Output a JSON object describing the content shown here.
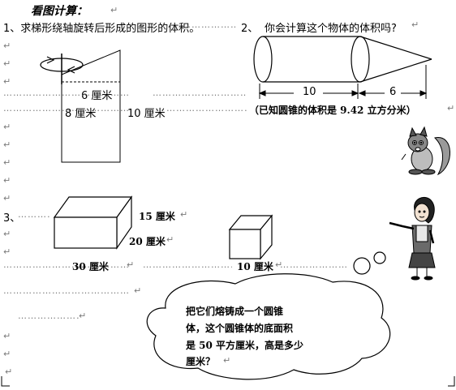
{
  "title": "看图计算：",
  "q1": {
    "text": "1、求梯形绕轴旋转后形成的图形的体积。",
    "label_top": "6 厘米",
    "label_left": "8 厘米",
    "label_right": "10 厘米"
  },
  "q2": {
    "number": "2、",
    "text": "你会计算这个物体的体积吗?",
    "len_cyl": "10",
    "len_cone": "6",
    "note": "（已知圆锥的体积是 9.42 立方分米）"
  },
  "q3": {
    "number": "3、",
    "dim_height": "15 厘米",
    "dim_width": "20 厘米",
    "dim_length": "30 厘米",
    "cube_edge": "10 厘米"
  },
  "bubble": {
    "line1": "把它们熔铸成一个圆锥",
    "line2": "体，这个圆锥体的底面积",
    "line3": "是 50 平方厘米，高是多少",
    "line4": "厘米？"
  },
  "mark": "↵",
  "dotline": "…………………………………"
}
